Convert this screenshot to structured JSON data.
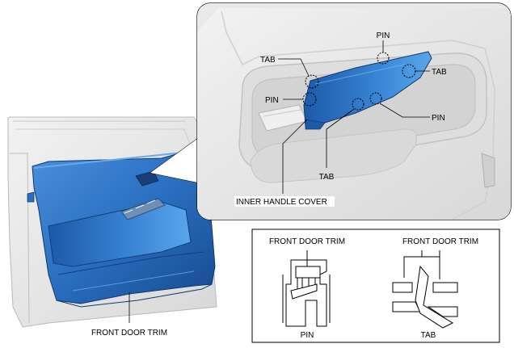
{
  "door_view": {
    "label_front_door_trim": "FRONT DOOR TRIM"
  },
  "detail_view": {
    "label_pin_top": "PIN",
    "label_tab_left": "TAB",
    "label_tab_right": "TAB",
    "label_pin_left": "PIN",
    "label_pin_right": "PIN",
    "label_tab_bottom": "TAB",
    "label_inner_handle_cover": "INNER HANDLE COVER"
  },
  "legend": {
    "label_front_door_trim_left": "FRONT DOOR TRIM",
    "label_front_door_trim_right": "FRONT DOOR TRIM",
    "label_pin": "PIN",
    "label_tab": "TAB"
  },
  "colors": {
    "trim_blue": "#2a6fc0",
    "trim_blue_dark": "#1a4f9a",
    "door_gray": "#e6e6e6",
    "outline": "#000000"
  }
}
